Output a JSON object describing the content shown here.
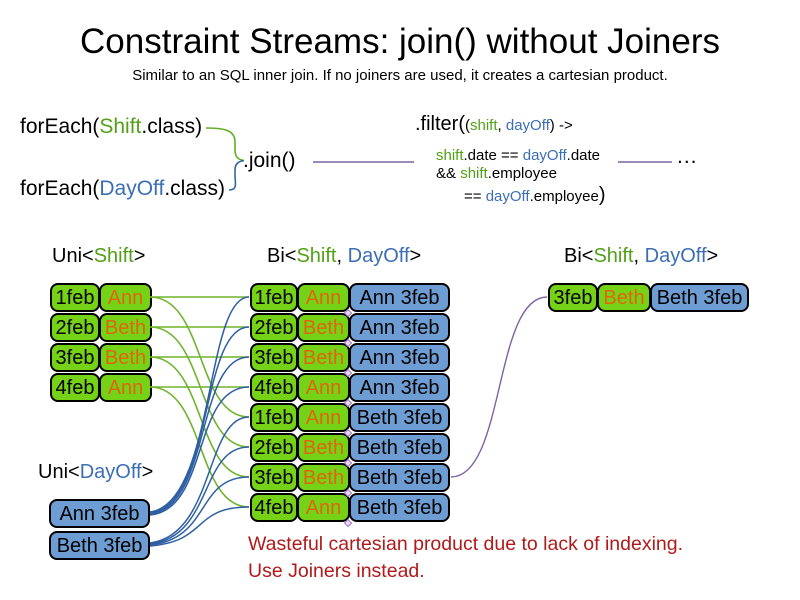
{
  "title": "Constraint Streams: join() without Joiners",
  "subtitle": "Similar to an SQL inner join. If no joiners are used, it creates a cartesian product.",
  "code": {
    "foreach_shift": {
      "pre": "forEach(",
      "cls": "Shift",
      "post": ".class)"
    },
    "foreach_dayoff": {
      "pre": "forEach(",
      "cls": "DayOff",
      "post": ".class)"
    },
    "join": ".join()",
    "ellipsis": "...",
    "filter": {
      "head": ".filter(",
      "lambda_open": "(",
      "param1": "shift",
      "comma": ", ",
      "param2": "dayOff",
      "arrow": ") ->",
      "l2_shift": "shift",
      "l2_mid": ".date == ",
      "l2_dayoff": "dayOff",
      "l2_end": ".date",
      "l3_and": "&& ",
      "l3_shift": "shift",
      "l3_end": ".employee",
      "l4_eq": "== ",
      "l4_dayoff": "dayOff",
      "l4_prop": ".employee",
      "l4_close": ")"
    }
  },
  "headers": {
    "uni_shift": {
      "pre": "Uni<",
      "name": "Shift",
      "post": ">"
    },
    "bi_mid": {
      "pre": "Bi<",
      "shift": "Shift",
      "comma": ", ",
      "dayoff": "DayOff",
      "post": ">"
    },
    "bi_right": {
      "pre": "Bi<",
      "shift": "Shift",
      "comma": ", ",
      "dayoff": "DayOff",
      "post": ">"
    },
    "uni_dayoff": {
      "pre": "Uni<",
      "name": "DayOff",
      "post": ">"
    }
  },
  "tables": {
    "uni_shift": {
      "rows": [
        {
          "date": "1feb",
          "name": "Ann"
        },
        {
          "date": "2feb",
          "name": "Beth"
        },
        {
          "date": "3feb",
          "name": "Beth"
        },
        {
          "date": "4feb",
          "name": "Ann"
        }
      ]
    },
    "bi": {
      "rows": [
        {
          "date": "1feb",
          "name": "Ann",
          "result": "Ann 3feb"
        },
        {
          "date": "2feb",
          "name": "Beth",
          "result": "Ann 3feb"
        },
        {
          "date": "3feb",
          "name": "Beth",
          "result": "Ann 3feb"
        },
        {
          "date": "4feb",
          "name": "Ann",
          "result": "Ann 3feb"
        },
        {
          "date": "1feb",
          "name": "Ann",
          "result": "Beth 3feb"
        },
        {
          "date": "2feb",
          "name": "Beth",
          "result": "Beth 3feb"
        },
        {
          "date": "3feb",
          "name": "Beth",
          "result": "Beth 3feb"
        },
        {
          "date": "4feb",
          "name": "Ann",
          "result": "Beth 3feb"
        }
      ]
    },
    "bi_joined": {
      "rows": [
        {
          "date": "3feb",
          "name": "Beth",
          "result": "Beth 3feb"
        }
      ]
    },
    "uni_dayoff": {
      "rows": [
        {
          "label": "Ann 3feb"
        },
        {
          "label": "Beth 3feb"
        }
      ]
    }
  },
  "note": {
    "line1": "Wasteful cartesian product due to lack of indexing.",
    "line2": "Use Joiners instead."
  },
  "colors": {
    "shift_green": "#52a017",
    "dayoff_blue": "#3c6eb5",
    "box_green": "#76d216",
    "box_blue": "#6d9dd3",
    "employee_orange": "#e2650d",
    "note_red": "#b11a1a",
    "connector_green": "#70b42c",
    "connector_blue": "#2e5fa3",
    "connector_purple": "#7e62a1"
  }
}
